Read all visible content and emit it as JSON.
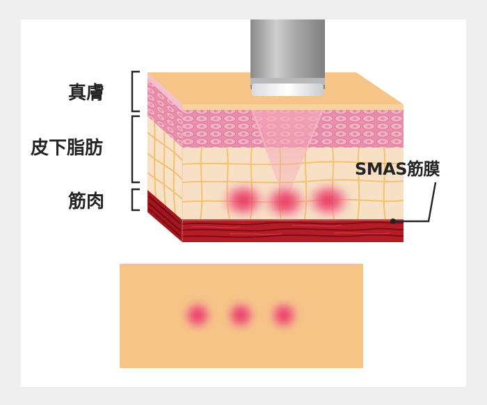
{
  "labels": {
    "dermis": "真膚",
    "subcutaneous_fat": "皮下脂肪",
    "muscle": "筋肉",
    "smas": "SMAS筋膜"
  },
  "colors": {
    "background": "#eeeeee",
    "panel": "#ffffff",
    "skin_surface": "#f6c486",
    "dermis": "#e68aa8",
    "dermis_top": "#f3b9c9",
    "fat": "#f6dcc0",
    "fat_lines": "#f3c16f",
    "muscle": "#b51c26",
    "muscle_dark": "#8c0f19",
    "focal_point": "#e8315b",
    "device": "#9a9a9a"
  }
}
